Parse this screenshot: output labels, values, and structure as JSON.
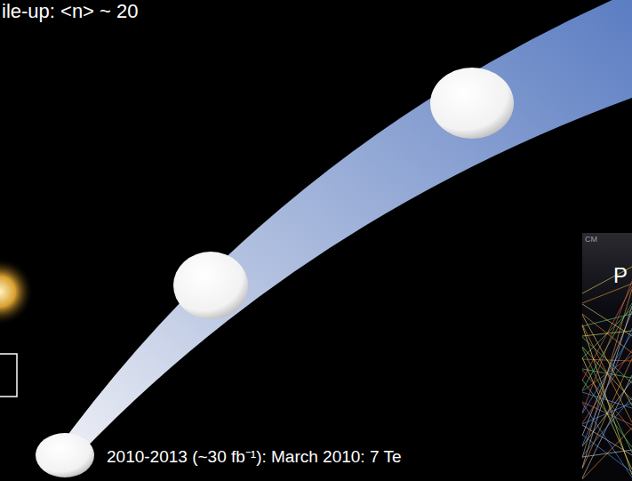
{
  "diagram": {
    "labels": [
      "ile-up: <n> ~ 20",
      "2010-2013 (~30 fb⁻¹): March 2010: 7 Te",
      "CM",
      "P"
    ]
  }
}
